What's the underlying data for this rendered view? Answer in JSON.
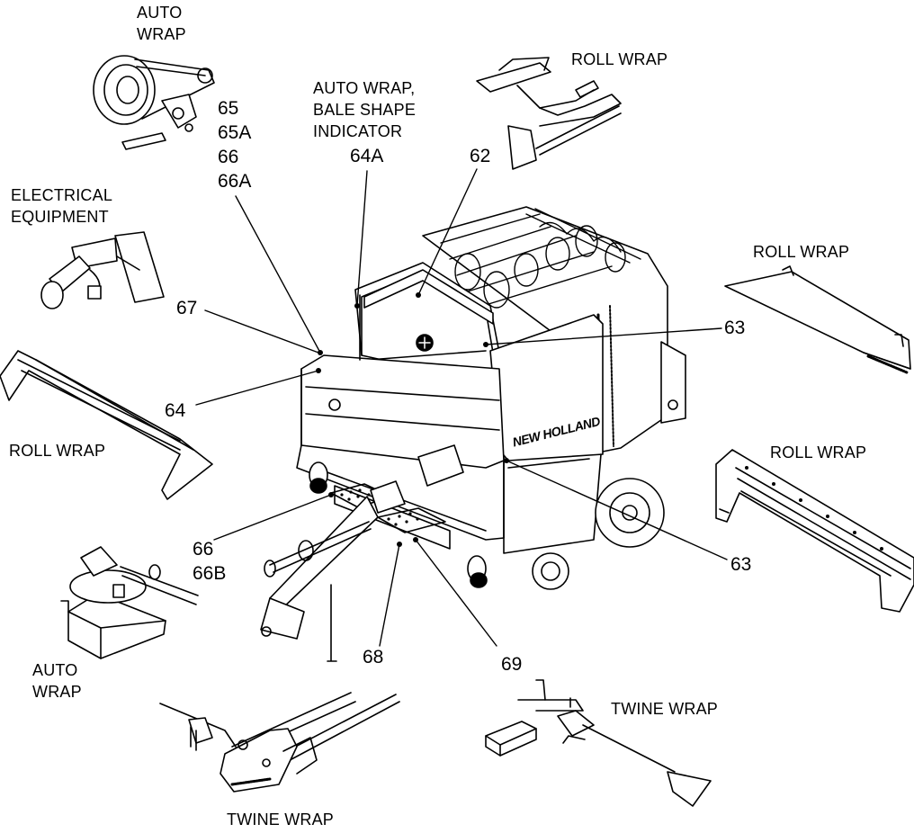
{
  "labels": {
    "auto_wrap_top": "AUTO\nWRAP",
    "roll_wrap_top": "ROLL WRAP",
    "auto_wrap_bale_shape": "AUTO WRAP,\nBALE SHAPE\nINDICATOR",
    "electrical_equipment": "ELECTRICAL\nEQUIPMENT",
    "roll_wrap_right_top": "ROLL WRAP",
    "roll_wrap_left": "ROLL WRAP",
    "roll_wrap_right_bottom": "ROLL WRAP",
    "auto_wrap_bottom": "AUTO\nWRAP",
    "twine_wrap_right": "TWINE WRAP",
    "twine_wrap_bottom": "TWINE WRAP",
    "brand": "NEW HOLLAND"
  },
  "numbers": {
    "n65_group": "65\n65A\n66\n66A",
    "n64A": "64A",
    "n62": "62",
    "n67": "67",
    "n63_upper": "63",
    "n64": "64",
    "n66_group": "66\n66B",
    "n63_lower": "63",
    "n68": "68",
    "n69": "69"
  }
}
